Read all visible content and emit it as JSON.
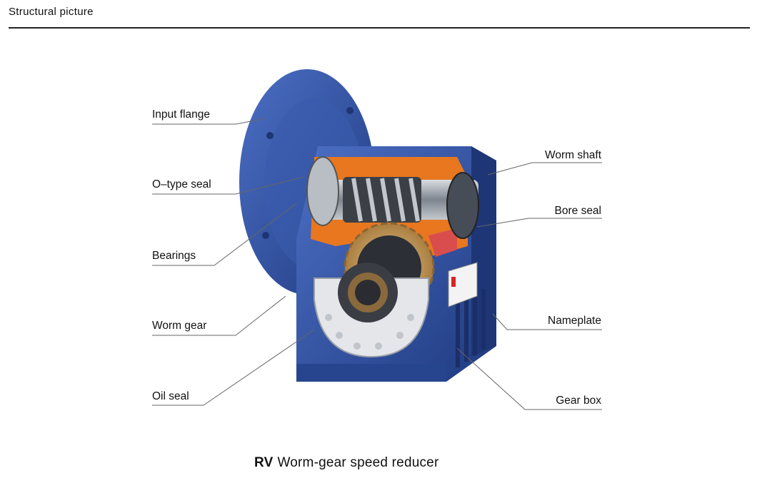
{
  "header": {
    "title": "Structural picture"
  },
  "labels": {
    "input_flange": "Input flange",
    "o_type_seal": "O–type seal",
    "bearings": "Bearings",
    "worm_gear": "Worm gear",
    "oil_seal": "Oil seal",
    "worm_shaft": "Worm shaft",
    "bore_seal": "Bore seal",
    "nameplate": "Nameplate",
    "gear_box": "Gear box"
  },
  "caption": {
    "model": "RV",
    "text": "Worm-gear speed reducer"
  },
  "colors": {
    "housing_blue": "#2f4f9e",
    "cutaway_orange": "#e8771f",
    "bronze_gear": "#c9a063",
    "steel": "#9aa0a8"
  }
}
